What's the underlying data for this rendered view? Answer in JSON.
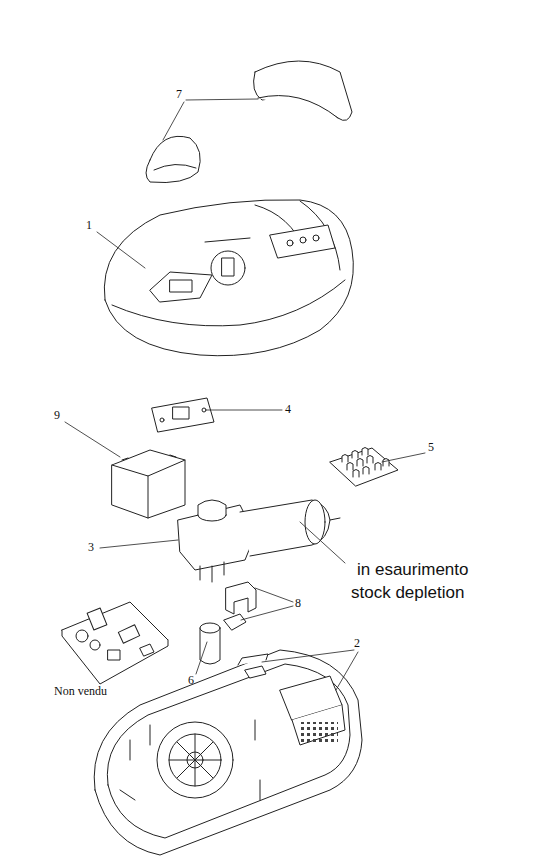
{
  "diagram": {
    "labels": [
      "7",
      "1",
      "4",
      "9",
      "5",
      "3",
      "in esaurimento",
      "stock depletion",
      "8",
      "6",
      "2",
      "Non vendu"
    ]
  }
}
